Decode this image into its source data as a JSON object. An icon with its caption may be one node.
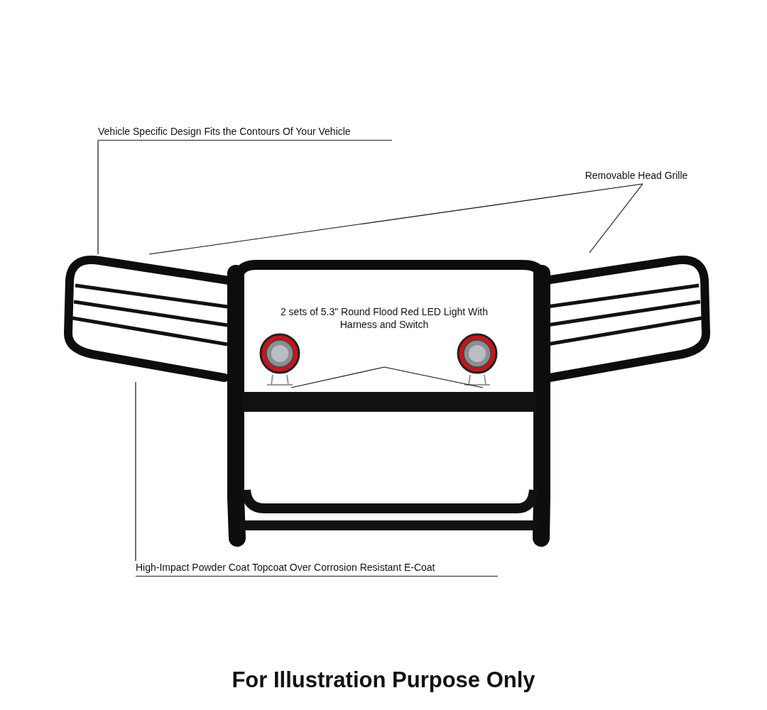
{
  "diagram": {
    "caption": "For Illustration Purpose Only",
    "nodes": [
      {
        "text": [
          "Vehicle Specific Design Fits the Contours Of Your Vehicle"
        ]
      },
      {
        "text": [
          "Removable Head Grille"
        ]
      },
      {
        "text": [
          "2 sets of 5.3\" Round Flood Red LED Light With Harness and Switch"
        ]
      },
      {
        "text": [
          "High-Impact Powder Coat Topcoat Over Corrosion Resistant E-Coat"
        ]
      },
      {
        "text": [],
        "shape": "picture"
      },
      {
        "text": [],
        "shape": "picture"
      },
      {
        "text": [],
        "shape": "picture"
      },
      {
        "text": [],
        "shape": "picture"
      }
    ],
    "edges": [
      {
        "from": 0,
        "to": 4,
        "arrow": "none"
      },
      {
        "from": 1,
        "to": 4,
        "arrow": "none"
      },
      {
        "from": 1,
        "to": 5,
        "arrow": "none"
      },
      {
        "from": 2,
        "to": 6,
        "arrow": "none"
      },
      {
        "from": 2,
        "to": 7,
        "arrow": "none"
      },
      {
        "from": 3,
        "to": 4,
        "arrow": "none"
      }
    ]
  }
}
